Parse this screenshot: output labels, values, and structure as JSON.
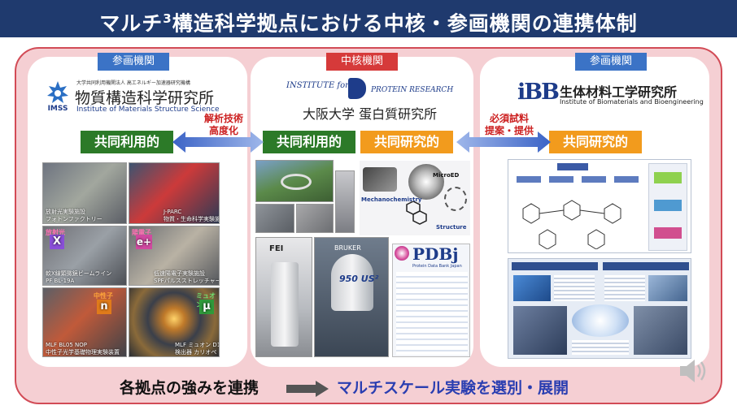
{
  "header": {
    "title_pre": "マルチ",
    "title_sup": "3",
    "title_post": "構造科学拠点における中核・参画機関の連携体制"
  },
  "colors": {
    "title_bg": "#1f3a6e",
    "frame": "#d24b56",
    "frame_fill": "#f5cfd3",
    "blue": "#3b73c6",
    "red": "#d63a3a",
    "green": "#2c7a28",
    "orange": "#f29b1d",
    "accent_text": "#2a3eb1"
  },
  "left": {
    "badge": "参画機関",
    "logo_icon": "imss-logo-icon",
    "logo_text": "IMSS",
    "org_parent": "大学共同利用機関法人 高エネルギー加速器研究機構",
    "org_name": "物質構造科学研究所",
    "org_en": "Institute of Materials Structure Science",
    "pill": "共同利用的",
    "photos": {
      "pf": "放射光実験施設\nフォトンファクトリー",
      "jparc": "J-PARC\n物質・生命科学実験施設（MLF）",
      "xray_sym": "X",
      "xray_label": "放射光",
      "bl19a": "軟X線顕微鏡ビームライン\nPF BL-19A",
      "e_sym": "e+",
      "e_label": "陽電子",
      "spf": "低速陽電子実験施設\nSPFパルスストレッチャー",
      "n_sym": "n",
      "n_label": "中性子",
      "bl05": "MLF BL05 NOP\n中性子光学基礎物理実験装置",
      "mu_sym": "μ",
      "mu_label": "ミュオン",
      "d1": "MLF ミュオン D1\n検出器 カリオペ"
    }
  },
  "center": {
    "badge": "中核機関",
    "logo_top": "INSTITUTE for",
    "logo_protein": "PROTEIN RESEARCH",
    "org_name": "大阪大学 蛋白質研究所",
    "pill_left": "共同利用的",
    "pill_right": "共同研究的",
    "photos": {
      "mechano": "Mechanochemistry",
      "microed": "MicroED",
      "structure": "Structure",
      "fei": "FEI",
      "bruker": "BRUKER",
      "nmr": "950 US²",
      "pdbj": "PDBj",
      "pdbj_sub": "Protein Data Bank Japan"
    }
  },
  "right": {
    "badge": "参画機関",
    "logo_text": "iBB",
    "org_name": "生体材料工学研究所",
    "org_en": "Institute of Biomaterials and Bioengineering",
    "pill": "共同研究的"
  },
  "arrows": {
    "left_label_1": "解析技術",
    "left_label_2": "高度化",
    "right_label_1": "必須試料",
    "right_label_2": "提案・提供"
  },
  "bottom": {
    "left_text": "各拠点の強みを連携",
    "right_text": "マルチスケール実験を選別・展開"
  },
  "speaker_icon": "speaker-icon"
}
